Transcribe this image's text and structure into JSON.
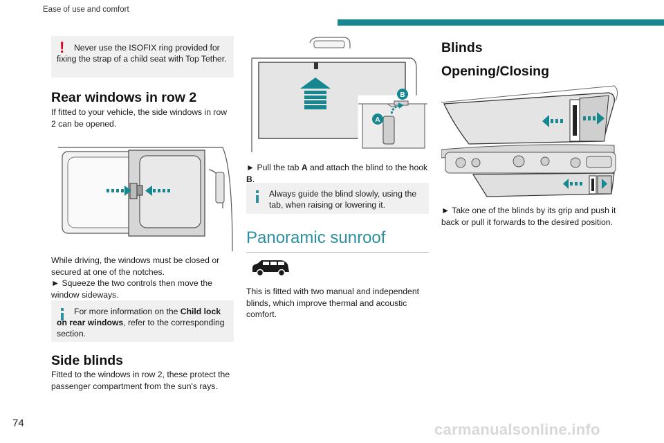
{
  "header": {
    "section": "Ease of use and comfort",
    "accent_color": "#17868e"
  },
  "footer": {
    "page_number": "74",
    "watermark": "carmanualsonline.info"
  },
  "col1": {
    "warning_note": {
      "icon": "exclamation-icon",
      "color": "#e2001a",
      "text": "Never use the ISOFIX ring provided for fixing the strap of a child seat with Top Tether."
    },
    "rear_windows": {
      "heading": "Rear windows in row 2",
      "intro": "If fitted to your vehicle, the side windows in row 2 can be opened.",
      "body_1": "While driving, the windows must be closed or secured at one of the notches.",
      "step": "► Squeeze the two controls then move the window sideways.",
      "info_prefix": "For more information on the ",
      "info_bold": "Child lock on rear windows",
      "info_suffix": ", refer to the corresponding section."
    },
    "side_blinds": {
      "heading": "Side blinds",
      "text": "Fitted to the windows in row 2, these protect the passenger compartment from the sun's rays."
    }
  },
  "col2": {
    "figure_labels": {
      "a": "A",
      "b": "B"
    },
    "step_prefix": "► Pull the tab ",
    "step_a": "A",
    "step_mid": " and attach the blind to the hook ",
    "step_b": "B",
    "step_end": ".",
    "info": "Always guide the blind slowly, using the tab, when raising or lowering it.",
    "sunroof": {
      "heading": "Panoramic sunroof",
      "text": "This is fitted with two manual and independent blinds, which improve thermal and acoustic comfort."
    }
  },
  "col3": {
    "heading_1": "Blinds",
    "heading_2": "Opening/Closing",
    "step": "► Take one of the blinds by its grip and push it back or pull it forwards to the desired position."
  }
}
